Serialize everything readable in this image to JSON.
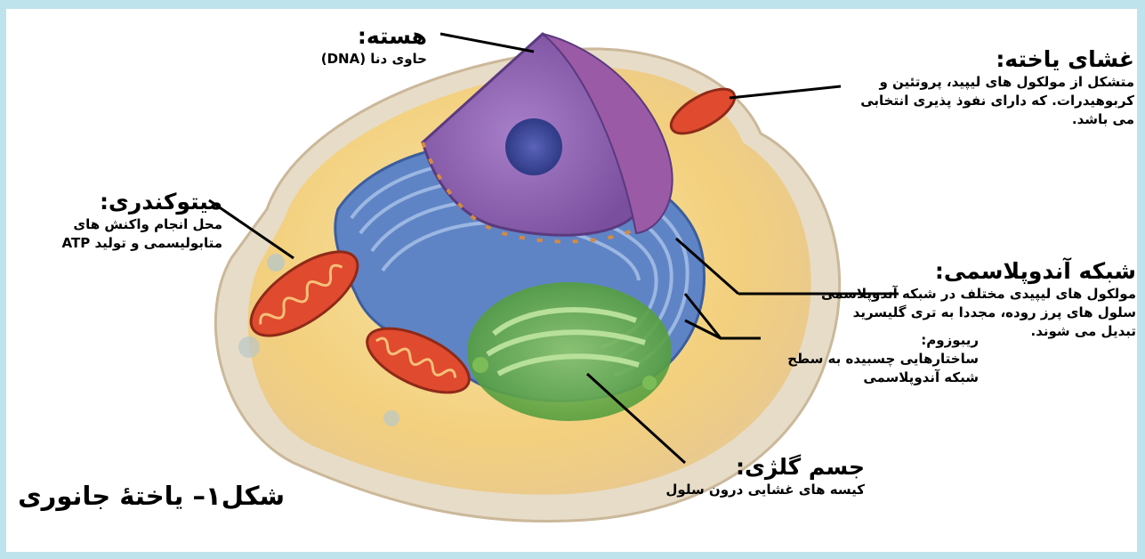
{
  "figure": {
    "caption": "شکل۱– یاختهٔ جانوری"
  },
  "labels": {
    "nucleus": {
      "title": "هسته:",
      "desc": "حاوی دنا (DNA)"
    },
    "membrane": {
      "title": "غشای یاخته:",
      "desc": "متشکل از مولکول های لیپید، پروتئین و کربوهیدرات. که دارای نفوذ پذیری انتخابی می باشد."
    },
    "mitochondria": {
      "title": "میتوکندری:",
      "desc": "محل انجام واکنش های متابولیسمی و تولید ATP"
    },
    "er": {
      "title": "شبکه آندوپلاسمی:",
      "desc": "مولکول های لیپیدی مختلف در شبکه آندوپلاسمی سلول های پرز روده، مجددا به تری گلیسرید تبدیل می شوند."
    },
    "ribosome": {
      "title": "ریبوزوم:",
      "desc": "ساختارهایی چسبیده به سطح شبکه آندوپلاسمی"
    },
    "golgi": {
      "title": "جسم گلژی:",
      "desc": "کیسه های غشایی درون سلول"
    }
  },
  "colors": {
    "frame": "#bfe3ec",
    "cytoplasm": "#f6d78a",
    "nucleus": "#8a5fb0",
    "er": "#4a72b8",
    "golgi": "#6fb04a",
    "mitochondria": "#d9442c"
  }
}
